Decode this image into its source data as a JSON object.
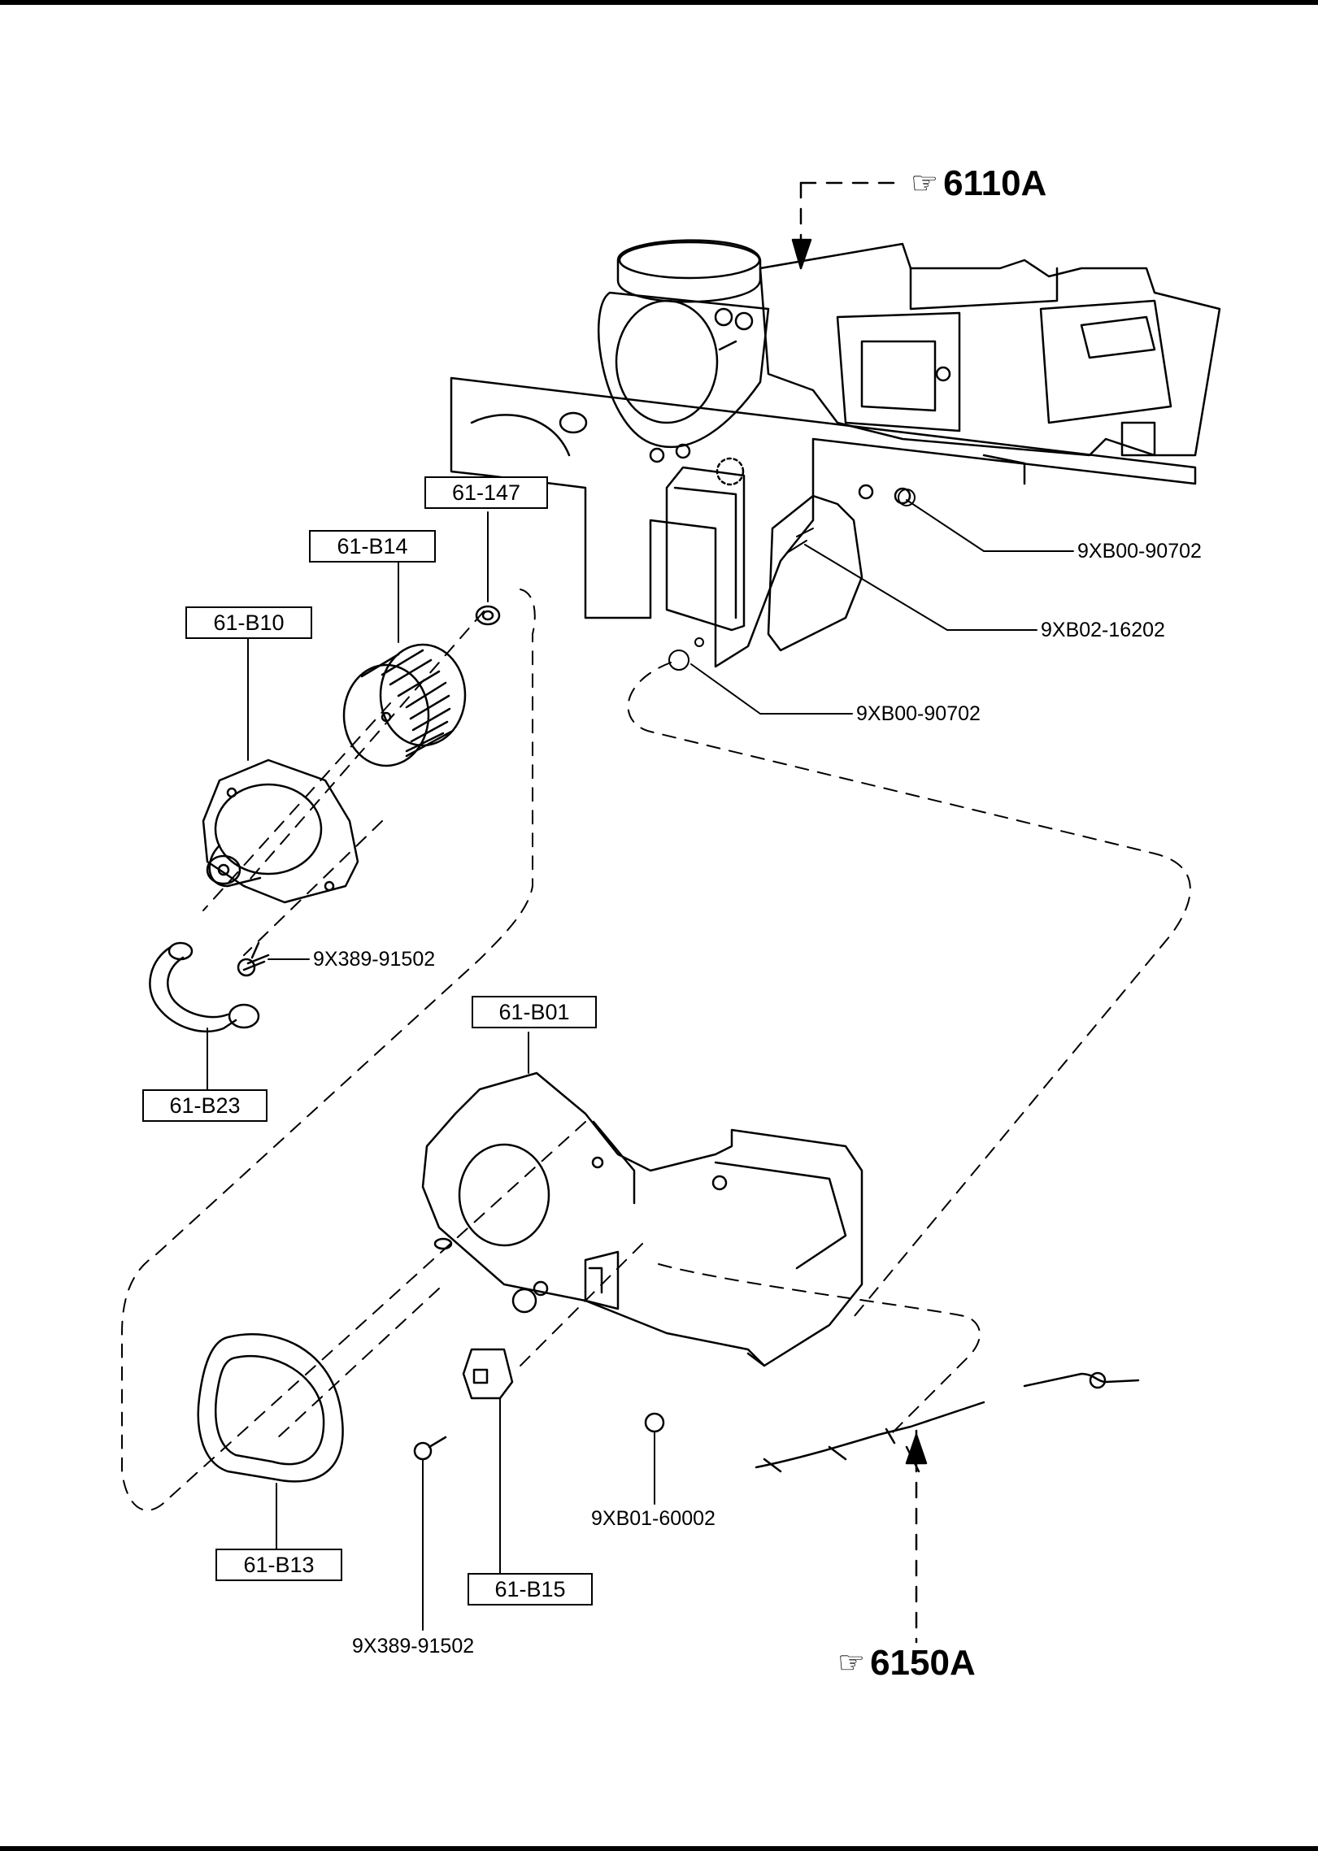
{
  "refs": {
    "top": "6110A",
    "bottom": "6150A",
    "hand_icon": "pointing-hand-icon"
  },
  "labels": {
    "l61_147": "61-147",
    "l61_B14": "61-B14",
    "l61_B10": "61-B10",
    "l61_B23": "61-B23",
    "l61_B01": "61-B01",
    "l61_B13": "61-B13",
    "l61_B15": "61-B15"
  },
  "part_numbers": {
    "p1": "9XB00-90702",
    "p2": "9XB02-16202",
    "p3": "9XB00-90702",
    "p4": "9X389-91502",
    "p5": "9XB01-60002",
    "p6": "9X389-91502"
  }
}
